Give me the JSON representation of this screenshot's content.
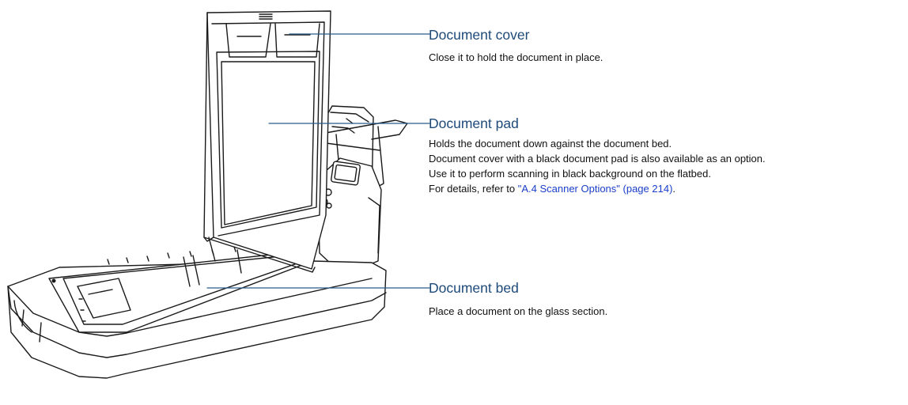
{
  "colors": {
    "heading": "#1e4a7a",
    "leader": "#2a5c8c",
    "link": "#1a3fc8",
    "text": "#111111",
    "outline": "#1a1a1a"
  },
  "callouts": [
    {
      "id": "cover",
      "title": "Document cover",
      "lines": [
        {
          "text": "Close it to hold the document in place."
        }
      ]
    },
    {
      "id": "pad",
      "title": "Document pad",
      "lines": [
        {
          "text": "Holds the document down against the document bed."
        },
        {
          "text": "Document cover with a black document pad is also available as an option."
        },
        {
          "text": "Use it to perform scanning in black background on the flatbed."
        },
        {
          "text": "For details, refer to ",
          "link": "\"A.4 Scanner Options\" (page 214)",
          "after": "."
        }
      ]
    },
    {
      "id": "bed",
      "title": "Document bed",
      "lines": [
        {
          "text": "Place a document on the glass section."
        }
      ]
    }
  ]
}
